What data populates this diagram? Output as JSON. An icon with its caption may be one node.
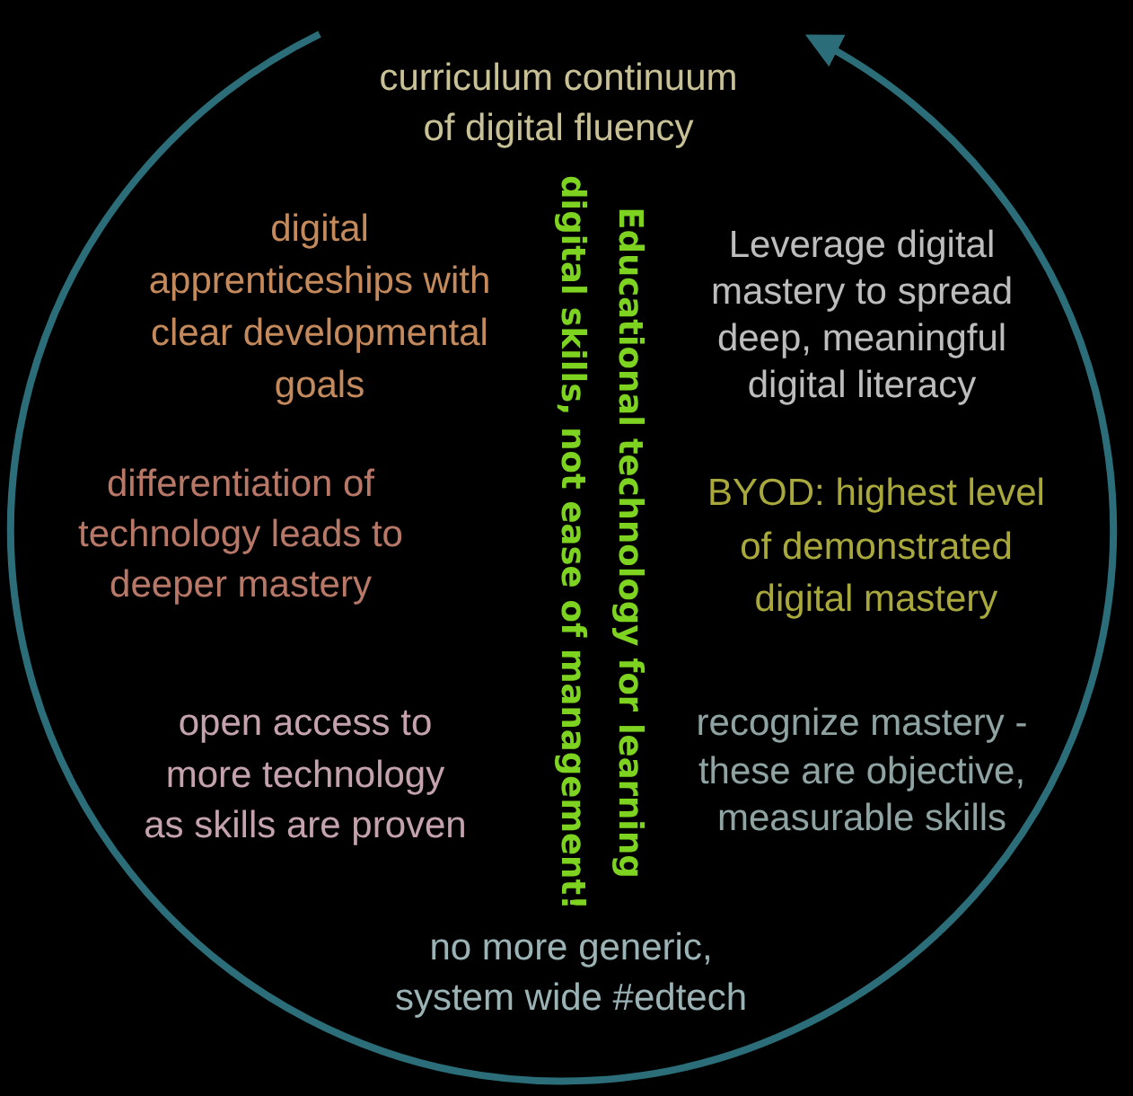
{
  "diagram": {
    "labels": [
      "curriculum continuum of digital fluency",
      "Educational technology for learning digital skills, not ease of management!",
      "digital apprenticeships with clear developmental goals",
      "Leverage digital mastery to spread deep, meaningful digital literacy",
      "differentiation of technology leads to deeper mastery",
      "BYOD: highest level of demonstrated digital mastery",
      "open access to more technology as skills are proven",
      "recognize mastery - these are objective, measurable skills",
      "no more generic, system wide #edtech"
    ]
  }
}
